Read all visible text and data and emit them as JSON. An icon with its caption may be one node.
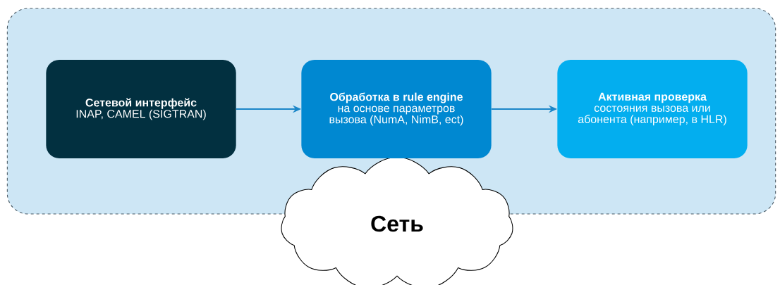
{
  "diagram": {
    "nodes": [
      {
        "text": [],
        "shape": "box"
      },
      {
        "text": [
          "Сетевой интерфейс",
          "INAP, CAMEL (SIGTRAN)"
        ],
        "in": 0
      },
      {
        "text": [
          "Обработка в rule engine",
          "на основе параметров вызова (NumA, NimB, ect)"
        ],
        "in": 0
      },
      {
        "text": [
          "Активная проверка",
          "состояния вызова или абонента (например, в HLR)"
        ],
        "in": 0
      },
      {
        "text": [
          "Сеть"
        ]
      }
    ],
    "edges": [
      {
        "from": 1,
        "to": 2,
        "arrow": "to"
      },
      {
        "from": 2,
        "to": 3,
        "arrow": "to"
      }
    ]
  }
}
